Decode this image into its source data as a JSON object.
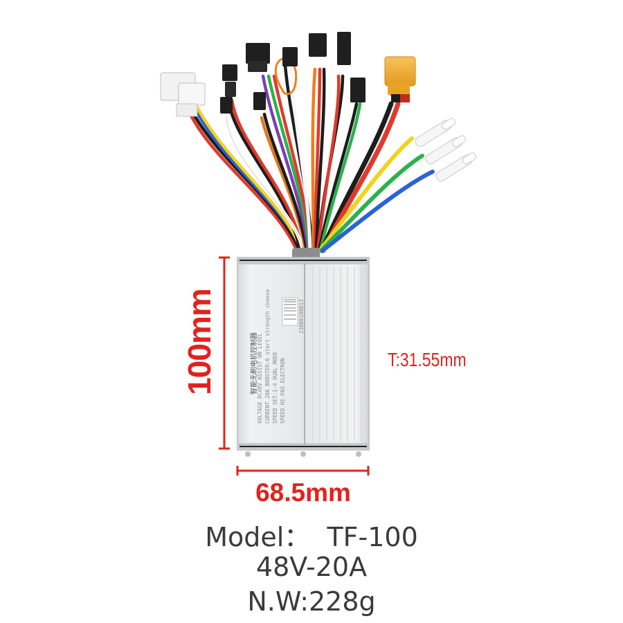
{
  "product": {
    "dimensions": {
      "height": "100mm",
      "width": "68.5mm",
      "thickness": "T:31.55mm"
    },
    "specs": {
      "model": "Model：  TF-100",
      "rating": "48V-20A",
      "net_weight": "N.W:228g"
    },
    "case_label": {
      "title": "智能无刷电机控制器",
      "lines": [
        "VOLTAGE DC48V  ASSIST ON LEVEL",
        "CURRENT 20A  BOOSTER:6 start strength choose",
        "SPEED SET:1-4  DUAL MODE",
        "SPEED HI-PAS ELECTRON"
      ],
      "serial": "23080100013"
    }
  },
  "colors": {
    "dimension_red": "#e0231f",
    "spec_text": "#3a3a3a",
    "case_aluminum": "#e6e7e8"
  }
}
